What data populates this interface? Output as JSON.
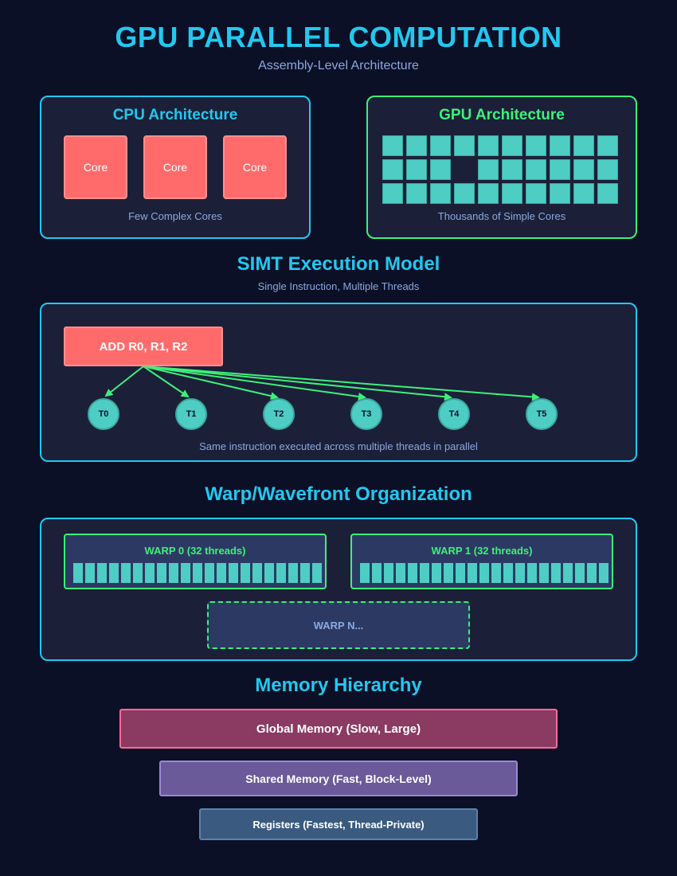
{
  "header": {
    "title": "GPU PARALLEL COMPUTATION",
    "subtitle": "Assembly-Level Architecture"
  },
  "cpu": {
    "title": "CPU Architecture",
    "cores": [
      "Core",
      "Core",
      "Core"
    ],
    "caption": "Few Complex Cores"
  },
  "gpu": {
    "title": "GPU Architecture",
    "caption": "Thousands of Simple Cores"
  },
  "simt": {
    "title": "SIMT Execution Model",
    "subtitle": "Single Instruction, Multiple Threads",
    "instruction": "ADD R0, R1, R2",
    "threads": [
      "T0",
      "T1",
      "T2",
      "T3",
      "T4",
      "T5"
    ],
    "caption": "Same instruction executed across multiple threads in parallel"
  },
  "warp": {
    "title": "Warp/Wavefront Organization",
    "warps": [
      "WARP 0 (32 threads)",
      "WARP 1 (32 threads)"
    ],
    "more": "WARP N..."
  },
  "memory": {
    "title": "Memory Hierarchy",
    "levels": [
      "Global Memory (Slow, Large)",
      "Shared Memory (Fast, Block-Level)",
      "Registers (Fastest, Thread-Private)"
    ]
  },
  "colors": {
    "accent": "#22c8f0",
    "gpu_green": "#3ef07a",
    "cpu_core": "#ff6b6b",
    "thread_teal": "#4ecdc4",
    "global_mem": "#8b3a62",
    "shared_mem": "#6a5a9a",
    "registers": "#3a5a80"
  }
}
